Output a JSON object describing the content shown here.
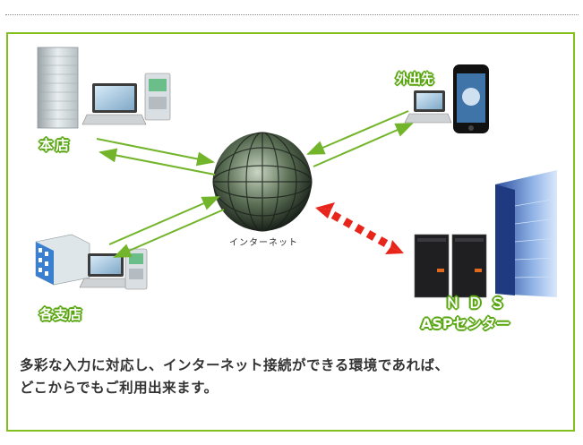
{
  "labels": {
    "honten": "本店",
    "kakushiten": "各支店",
    "gaishutsusaki": "外出先",
    "nds": "ＮＤＳ",
    "asp_center": "ASPセンター",
    "internet": "インターネット"
  },
  "caption": {
    "line1": "多彩な入力に対応し、インターネット接続ができる環境であれば、",
    "line2": "どこからでもご利用出来ます。"
  },
  "colors": {
    "frame": "#82c01e",
    "arrow": "#72b52a",
    "dashed_arrow": "#e8251b"
  },
  "icons": [
    "office-building-icon",
    "laptop-icon",
    "terminal-device-icon",
    "globe-icon",
    "smartphone-icon",
    "server-icon",
    "datacenter-building-icon"
  ]
}
